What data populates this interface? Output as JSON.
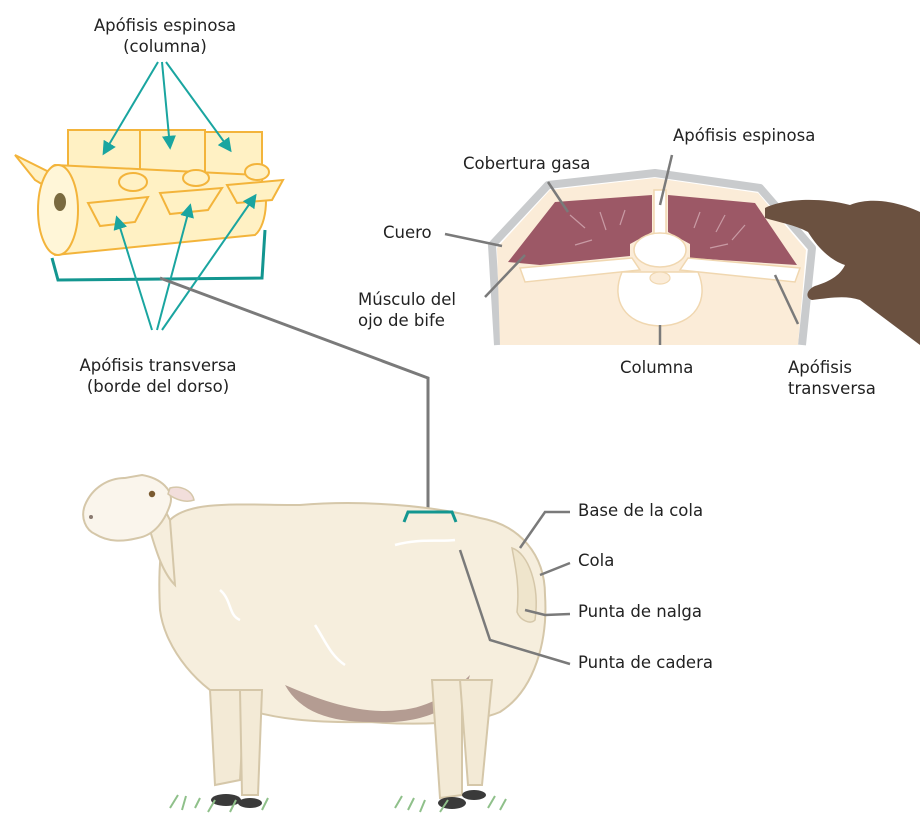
{
  "vertebrae": {
    "spinous_process": [
      "Apófisis espinosa",
      "(columna)"
    ],
    "transverse_process": [
      "Apófisis transversa",
      "(borde del dorso)"
    ]
  },
  "cross_section": {
    "fat_cover": "Cobertura gasa",
    "spinous_process": "Apófisis espinosa",
    "hide": "Cuero",
    "eye_muscle": [
      "Músculo del",
      "ojo de bife"
    ],
    "spine": "Columna",
    "transverse_process": [
      "Apófisis",
      "transversa"
    ]
  },
  "sheep": {
    "tail_base": "Base de la cola",
    "tail": "Cola",
    "pin_bone": "Punta de nalga",
    "hip_bone": "Punta de cadera"
  },
  "colors": {
    "leader": "#7a7a7a",
    "arrow": "#1aa5a0",
    "bracket": "#139690",
    "vertebra_fill": "#fff1c4",
    "vertebra_outline": "#f3b43b",
    "muscle": "#9c5866",
    "fat": "#fbecd8",
    "hide": "#c9cbcd",
    "wool": "#f6eedd",
    "belly": "#b49c92",
    "hand": "#6b5140",
    "grass": "#8fc08a"
  }
}
